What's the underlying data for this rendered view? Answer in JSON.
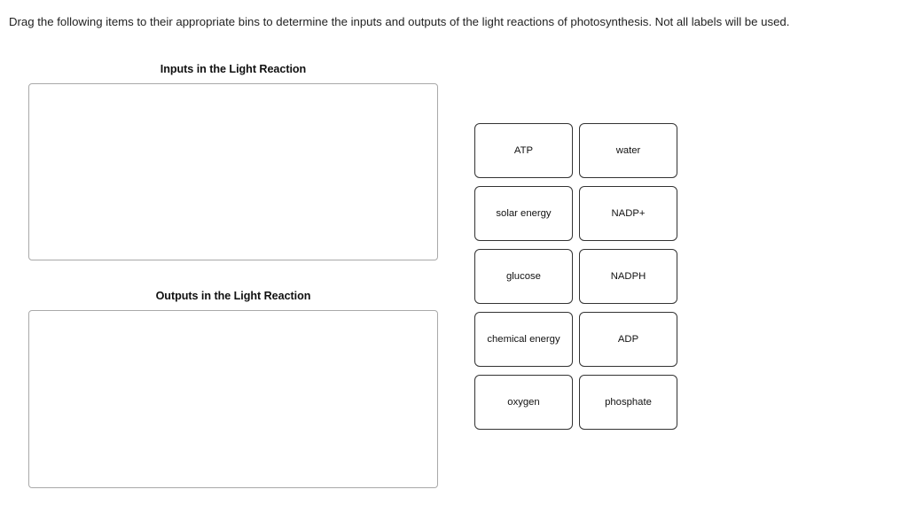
{
  "instruction": {
    "text": "Drag the following items to their appropriate bins to determine the inputs and outputs of the light reactions of photosynthesis. Not all labels will be used."
  },
  "bins": [
    {
      "id": "inputs",
      "title": "Inputs in the Light Reaction",
      "items": []
    },
    {
      "id": "outputs",
      "title": "Outputs in the Light Reaction",
      "items": []
    }
  ],
  "label_tray": {
    "rows": [
      [
        {
          "label": "ATP"
        },
        {
          "label": "water"
        }
      ],
      [
        {
          "label": "solar energy"
        },
        {
          "label": "NADP+"
        }
      ],
      [
        {
          "label": "glucose"
        },
        {
          "label": "NADPH"
        }
      ],
      [
        {
          "label": "chemical energy"
        },
        {
          "label": "ADP"
        }
      ],
      [
        {
          "label": "oxygen"
        },
        {
          "label": "phosphate"
        }
      ]
    ]
  },
  "colors": {
    "page_background": "#ffffff",
    "text": "#1a1a1a",
    "bin_border": "#a9a9a9",
    "tile_border": "#333333",
    "tile_background": "#ffffff"
  }
}
